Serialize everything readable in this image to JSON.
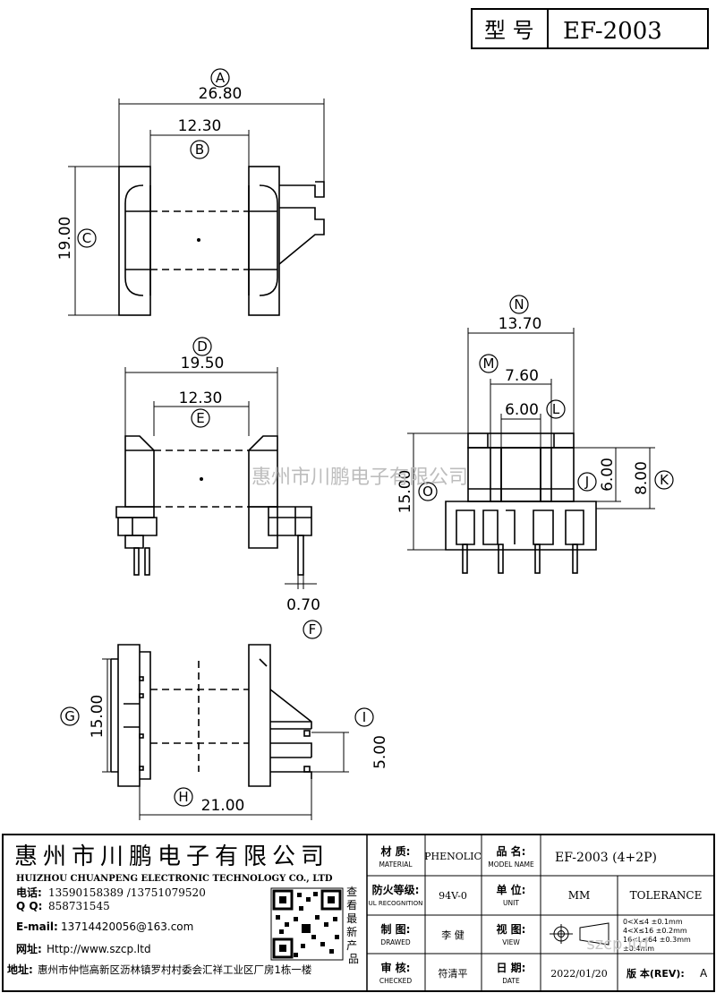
{
  "header": {
    "type_label": "型  号",
    "model": "EF-2003"
  },
  "dimensions": {
    "A": {
      "letter": "A",
      "value": "26.80"
    },
    "B": {
      "letter": "B",
      "value": "12.30"
    },
    "C": {
      "letter": "C",
      "value": "19.00"
    },
    "D": {
      "letter": "D",
      "value": "19.50"
    },
    "E": {
      "letter": "E",
      "value": "12.30"
    },
    "F": {
      "letter": "F",
      "value": "0.70"
    },
    "G": {
      "letter": "G",
      "value": "15.00"
    },
    "H": {
      "letter": "H",
      "value": "21.00"
    },
    "I": {
      "letter": "I",
      "value": "5.00"
    },
    "J": {
      "letter": "J",
      "value": "6.00"
    },
    "K": {
      "letter": "K",
      "value": "8.00"
    },
    "L": {
      "letter": "L",
      "value": "6.00"
    },
    "M": {
      "letter": "M",
      "value": "7.60"
    },
    "N": {
      "letter": "N",
      "value": "13.70"
    },
    "O": {
      "letter": "O",
      "value": "15.00"
    }
  },
  "watermark": "惠州市川鹏电子有限公司",
  "title_block": {
    "company_cn": "惠州市川鹏电子有限公司",
    "company_en": "HUIZHOU CHUANPENG ELECTRONIC TECHNOLOGY CO., LTD",
    "phone_label": "电话:",
    "phone": "13590158389 /13751079520",
    "qq_label": "Q Q:",
    "qq": "858731545",
    "email_label": "E-mail:",
    "email": "13714420056@163.com",
    "web_label": "网址:",
    "web": "Http://www.szcp.ltd",
    "address_label": "地址:",
    "address": "惠州市仲恺高新区沥林镇罗村村委会汇祥工业区厂房1栋一楼",
    "qr_caption": "查看最新产品",
    "material_label": "材  质:",
    "material_label_en": "MATERIAL",
    "material": "PHENOLIC",
    "part_label": "品  名:",
    "part_label_en": "MODEL NAME",
    "part_name": "EF-2003 (4+2P)",
    "ul_label": "防火等级:",
    "ul_label_en": "UL RECOGNITION",
    "ul": "94V-0",
    "unit_label": "单  位:",
    "unit_label_en": "UNIT",
    "unit": "MM",
    "tolerance_label": "TOLERANCE",
    "drawn_label": "制  图:",
    "drawn_label_en": "DRAWED",
    "drawn": "李 健",
    "view_label": "视  图:",
    "view_label_en": "VIEW",
    "tolerances": [
      "0<X≤4    ±0.1mm",
      "4<X≤16   ±0.2mm",
      "16<L≤64  ±0.3mm",
      "           ±0.4mm"
    ],
    "checked_label": "审  核:",
    "checked_label_en": "CHECKED",
    "checked": "符清平",
    "date_label": "日  期:",
    "date_label_en": "DATE",
    "date": "2022/01/20",
    "rev_label": "版 本(REV):",
    "rev": "A",
    "site_watermark": "szcp.ltd"
  },
  "colors": {
    "line": "#000000",
    "watermark": "#bdbdbd",
    "background": "#ffffff"
  }
}
